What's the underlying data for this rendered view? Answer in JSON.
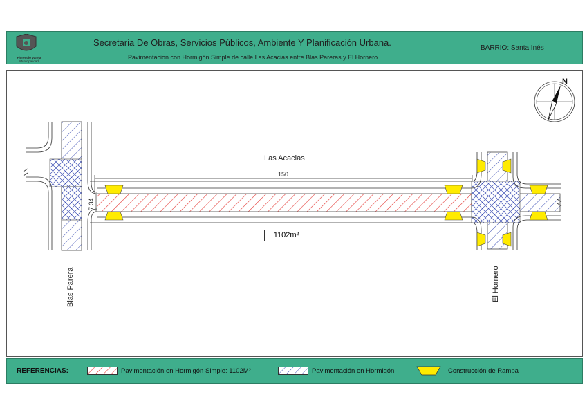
{
  "header": {
    "logo_name": "Florencio Varela",
    "logo_sub": "Municipalidad",
    "title": "Secretaria De Obras, Servicios Públicos, Ambiente Y Planificación Urbana.",
    "subtitle": "Pavimentacion con Hormigón Simple de calle Las Acacias entre Blas Pareras y El Hornero",
    "barrio": "BARRIO: Santa Inés"
  },
  "plan": {
    "street_main": "Las Acacias",
    "street_left": "Blas Parera",
    "street_right": "El Hornero",
    "length": "150",
    "width": "7.34",
    "area": "1102m²",
    "north": "N"
  },
  "legend": {
    "title": "REFERENCIAS:",
    "items": [
      {
        "label": "Pavimentación en Hormigón Simple: 1102M",
        "sup": "2",
        "color": "#e53935"
      },
      {
        "label": "Pavimentación en Hormigón",
        "color": "#3f51b5"
      },
      {
        "label": "Construcción de Rampa",
        "color": "#ffeb00"
      }
    ]
  }
}
